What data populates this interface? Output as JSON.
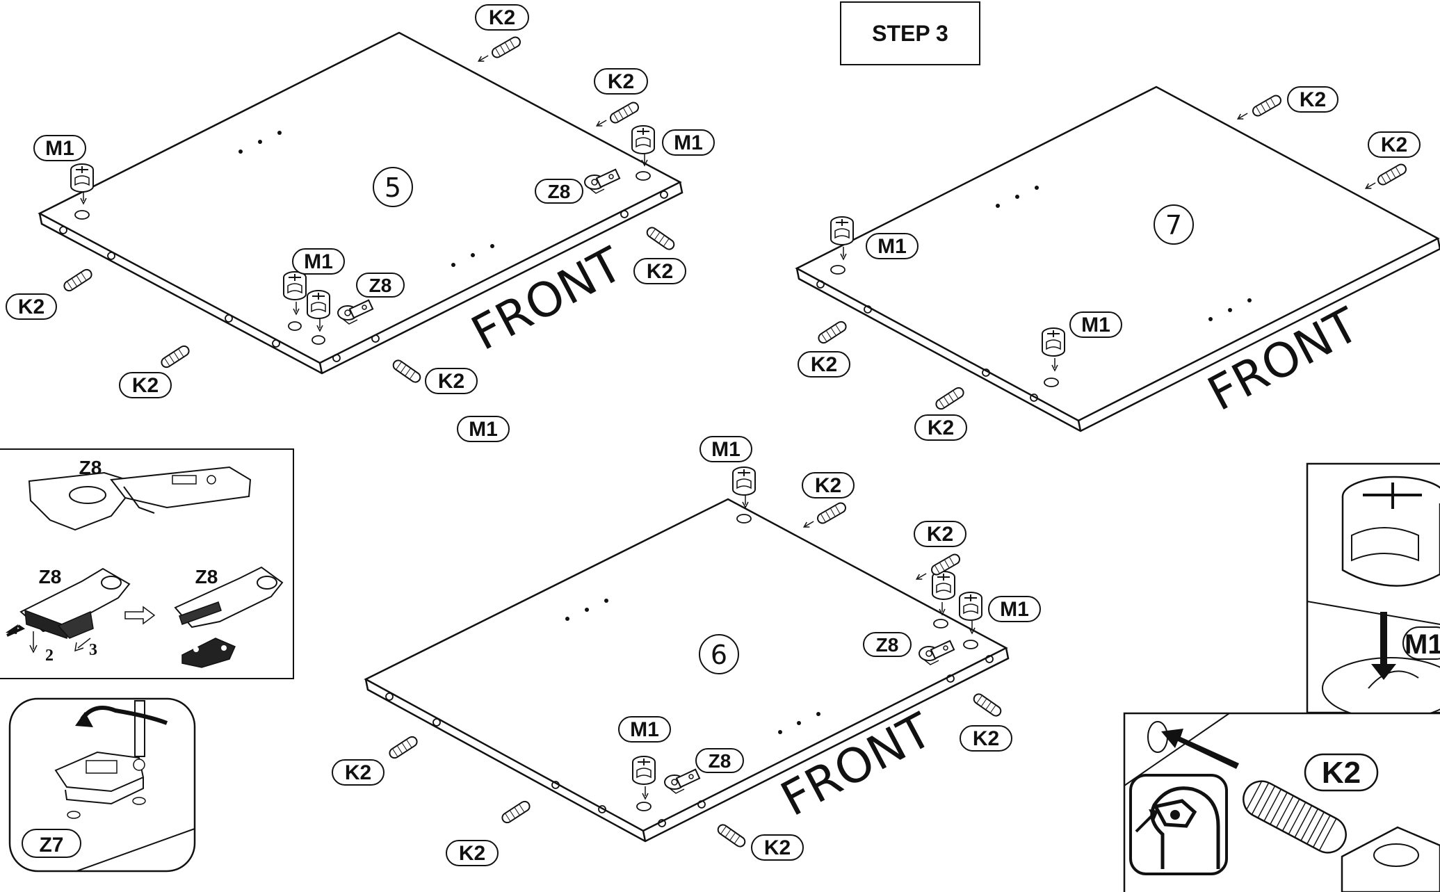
{
  "step_title": "STEP 3",
  "panels": [
    {
      "number": "5",
      "front": "FRONT"
    },
    {
      "number": "7",
      "front": "FRONT"
    },
    {
      "number": "6",
      "front": "FRONT"
    }
  ],
  "part_codes": {
    "k2": "K2",
    "m1": "M1",
    "z8": "Z8",
    "z7": "Z7"
  },
  "inset_z8": {
    "label": "Z8",
    "step_2": "2",
    "step_3": "3"
  },
  "inset_z7": {
    "label": "Z7"
  },
  "detail_m1": {
    "label": "M1"
  },
  "detail_k2": {
    "label": "K2"
  }
}
